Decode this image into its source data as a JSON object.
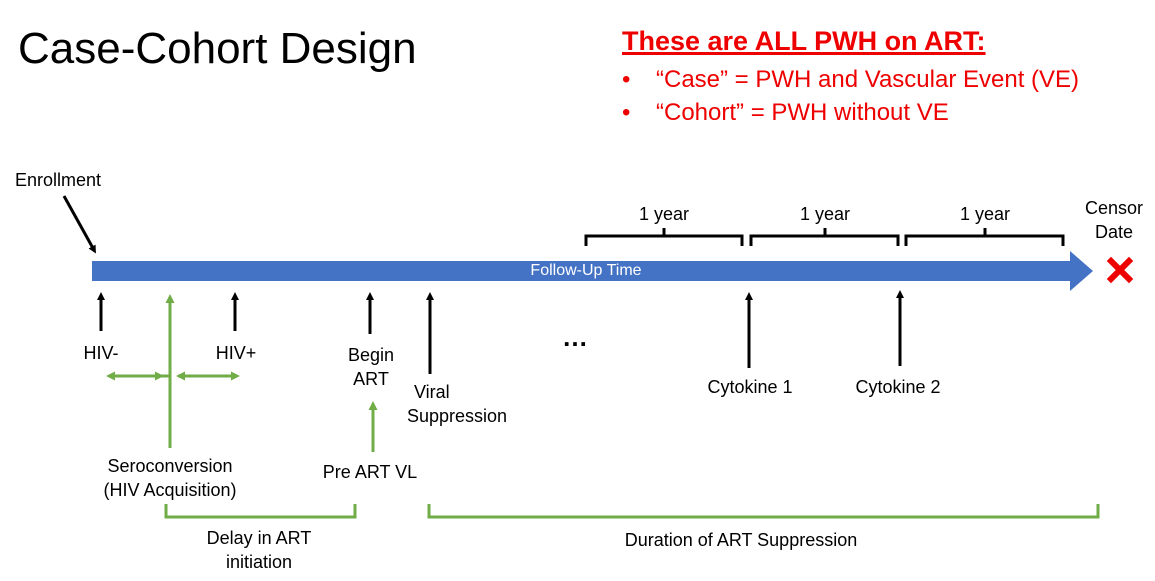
{
  "slide": {
    "title": "Case-Cohort Design",
    "heading": "These are ALL PWH on ART:",
    "bullets": [
      "“Case” = PWH and Vascular Event (VE)",
      "“Cohort” = PWH without VE"
    ],
    "bullet_glyph": "•"
  },
  "timeline": {
    "axis_label": "Follow-Up Time",
    "enrollment": "Enrollment",
    "censor_line1": "Censor",
    "censor_line2": "Date",
    "censor_icon": "red-x-icon",
    "year_labels": [
      "1 year",
      "1 year",
      "1 year"
    ],
    "ellipsis": "…",
    "events": {
      "hiv_neg": "HIV-",
      "hiv_pos": "HIV+",
      "begin_art_line1": "Begin",
      "begin_art_line2": "ART",
      "viral_line1": "Viral",
      "viral_line2": "Suppression",
      "cytokine1": "Cytokine 1",
      "cytokine2": "Cytokine 2",
      "seroconversion_line1": "Seroconversion",
      "seroconversion_line2": "(HIV Acquisition)",
      "pre_art_vl": "Pre ART VL"
    },
    "brackets": {
      "delay_line1": "Delay in ART",
      "delay_line2": "initiation",
      "duration": "Duration of ART Suppression"
    }
  },
  "colors": {
    "axis_blue": "#4472c4",
    "green": "#70ad47",
    "red": "#ee0000",
    "black": "#000000"
  }
}
